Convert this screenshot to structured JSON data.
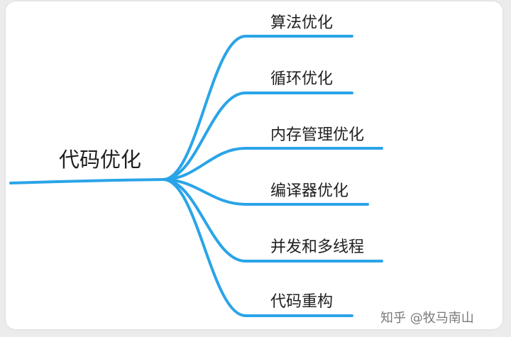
{
  "root": {
    "label": "代码优化"
  },
  "branches": [
    {
      "label": "算法优化"
    },
    {
      "label": "循环优化"
    },
    {
      "label": "内存管理优化"
    },
    {
      "label": "编译器优化"
    },
    {
      "label": "并发和多线程"
    },
    {
      "label": "代码重构"
    }
  ],
  "watermark": "知乎 @牧马南山",
  "colors": {
    "line": "#2aa4e8",
    "text": "#1f1f1f"
  }
}
